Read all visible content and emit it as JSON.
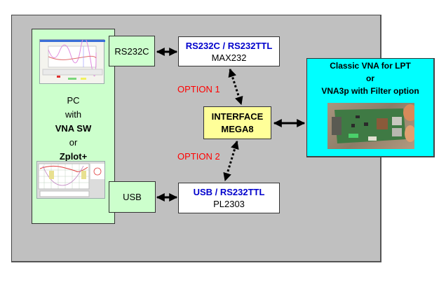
{
  "diagram": {
    "pc": {
      "lines": [
        "PC",
        "with",
        "VNA SW",
        "or",
        "Zplot+"
      ],
      "screenshot_top": "vna-software-screenshot",
      "screenshot_bottom": "zplot-screenshot"
    },
    "ports": {
      "rs232c": "RS232C",
      "usb": "USB"
    },
    "converters": {
      "max232": {
        "title": "RS232C / RS232TTL",
        "chip": "MAX232"
      },
      "pl2303": {
        "title": "USB / RS232TTL",
        "chip": "PL2303"
      }
    },
    "interface": {
      "line1": "INTERFACE",
      "line2": "MEGA8"
    },
    "options": {
      "option1": "OPTION 1",
      "option2": "OPTION 2"
    },
    "vna": {
      "line1": "Classic VNA for LPT",
      "line2": "or",
      "line3": "VNA3p with Filter option",
      "photo": "vna-board-photo"
    },
    "colors": {
      "panel": "#c0c0c0",
      "pc_box": "#ccffcc",
      "interface_box": "#ffff99",
      "vna_box": "#00ffff",
      "converter_title": "#0000cc",
      "option_label": "#ff0000"
    }
  }
}
